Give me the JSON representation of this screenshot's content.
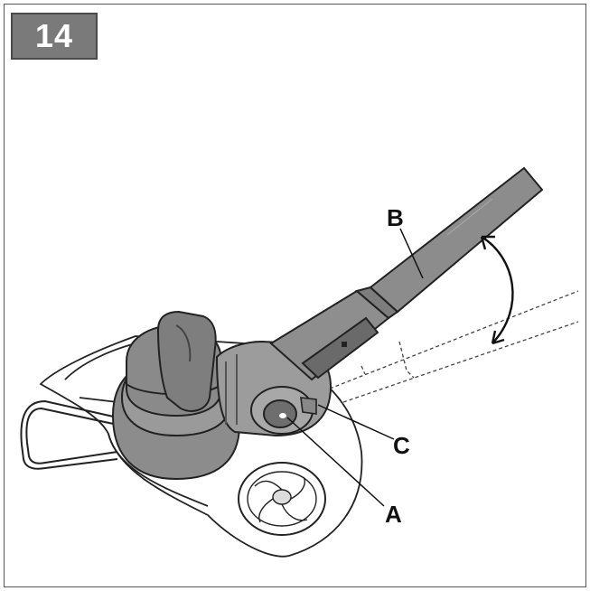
{
  "step": {
    "number": "14"
  },
  "callouts": {
    "a": "A",
    "b": "B",
    "c": "C"
  },
  "colors": {
    "badge": "#7a7a7a",
    "line": "#222222",
    "shade": "#8c8c8c",
    "dark_shade": "#6e6e6e"
  }
}
